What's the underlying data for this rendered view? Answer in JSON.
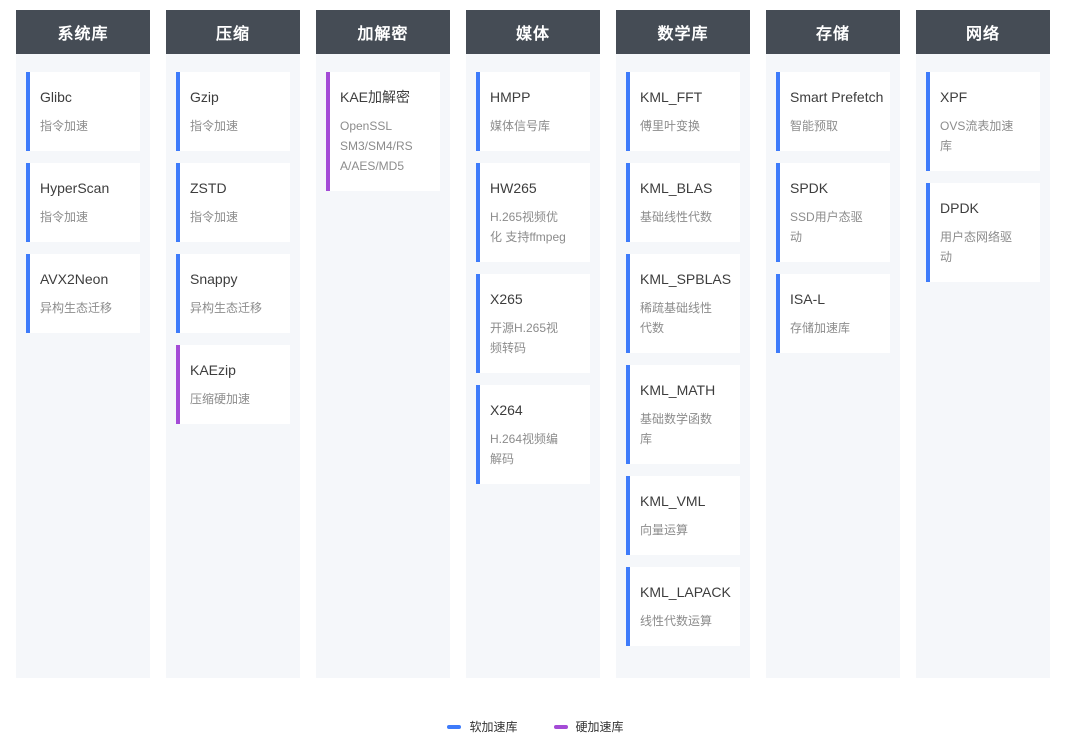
{
  "accent": {
    "soft": "#3e7bfa",
    "hard": "#a44bd6"
  },
  "header_bg": "#454c55",
  "column_bg": "#f5f7fa",
  "columns": [
    {
      "title": "系统库",
      "items": [
        {
          "name": "Glibc",
          "desc": "指令加速",
          "type": "soft"
        },
        {
          "name": "HyperScan",
          "desc": "指令加速",
          "type": "soft"
        },
        {
          "name": "AVX2Neon",
          "desc": "异构生态迁移",
          "type": "soft"
        }
      ]
    },
    {
      "title": "压缩",
      "items": [
        {
          "name": "Gzip",
          "desc": "指令加速",
          "type": "soft"
        },
        {
          "name": "ZSTD",
          "desc": "指令加速",
          "type": "soft"
        },
        {
          "name": "Snappy",
          "desc": "异构生态迁移",
          "type": "soft"
        },
        {
          "name": "KAEzip",
          "desc": "压缩硬加速",
          "type": "hard"
        }
      ]
    },
    {
      "title": "加解密",
      "items": [
        {
          "name": "KAE加解密",
          "desc": "OpenSSL SM3/SM4/RSA/AES/MD5",
          "type": "hard"
        }
      ]
    },
    {
      "title": "媒体",
      "items": [
        {
          "name": "HMPP",
          "desc": "媒体信号库",
          "type": "soft"
        },
        {
          "name": "HW265",
          "desc": "H.265视频优化 支持ffmpeg",
          "type": "soft"
        },
        {
          "name": "X265",
          "desc": "开源H.265视频转码",
          "type": "soft"
        },
        {
          "name": "X264",
          "desc": "H.264视频编解码",
          "type": "soft"
        }
      ]
    },
    {
      "title": "数学库",
      "items": [
        {
          "name": "KML_FFT",
          "desc": "傅里叶变换",
          "type": "soft"
        },
        {
          "name": "KML_BLAS",
          "desc": "基础线性代数",
          "type": "soft"
        },
        {
          "name": "KML_SPBLAS",
          "desc": "稀疏基础线性代数",
          "type": "soft"
        },
        {
          "name": "KML_MATH",
          "desc": "基础数学函数库",
          "type": "soft"
        },
        {
          "name": "KML_VML",
          "desc": "向量运算",
          "type": "soft"
        },
        {
          "name": "KML_LAPACK",
          "desc": "线性代数运算",
          "type": "soft"
        }
      ]
    },
    {
      "title": "存储",
      "items": [
        {
          "name": "Smart Prefetch",
          "desc": "智能预取",
          "type": "soft"
        },
        {
          "name": "SPDK",
          "desc": "SSD用户态驱动",
          "type": "soft"
        },
        {
          "name": "ISA-L",
          "desc": "存储加速库",
          "type": "soft"
        }
      ]
    },
    {
      "title": "网络",
      "items": [
        {
          "name": "XPF",
          "desc": "OVS流表加速库",
          "type": "soft"
        },
        {
          "name": "DPDK",
          "desc": "用户态网络驱动",
          "type": "soft"
        }
      ]
    }
  ],
  "legend": [
    {
      "label": "软加速库",
      "type": "soft"
    },
    {
      "label": "硬加速库",
      "type": "hard"
    }
  ]
}
